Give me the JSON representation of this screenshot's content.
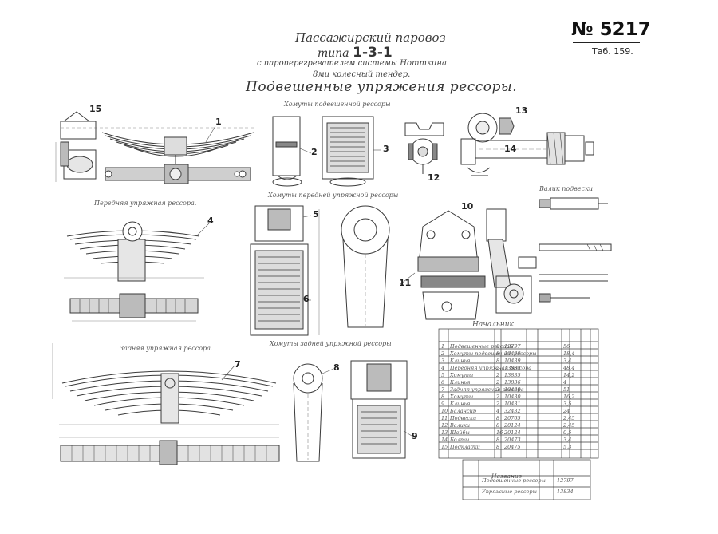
{
  "header": {
    "title_line1": "Пассажирский паровоз",
    "title_type_word": "типа",
    "title_type_code": "1-3-1",
    "title_line3": "с пароперегревателем системы Нотткина",
    "title_line4": "8ми колесный тендер.",
    "title_line5": "Подвешенные упряжения рессоры.",
    "document_number": "№ 5217",
    "table_ref": "Таб. 159."
  },
  "part_numbers": [
    "1",
    "2",
    "3",
    "4",
    "5",
    "6",
    "7",
    "8",
    "9",
    "10",
    "11",
    "12",
    "13",
    "14",
    "15"
  ],
  "captions": {
    "cap_front": "Передняя упряжная рессора.",
    "cap_rear": "Задняя упряжная рессора.",
    "cap_clamp_top": "Хомуты подвешенной рессоры",
    "cap_clamp_bottom": "Хомуты передней упряжной рессоры",
    "cap_clamp_rear": "Хомуты задней упряжной рессоры",
    "cap_pin": "Валик подвески",
    "cap_sign": "Начальник"
  },
  "spec_table": {
    "rows": [
      {
        "n": "1",
        "name": "Подвешенные рессоры",
        "qty": "8",
        "ref": "12797"
      },
      {
        "n": "2",
        "name": "Хомуты подвешенной рессоры",
        "qty": "8",
        "ref": "10438"
      },
      {
        "n": "3",
        "name": "Клинья",
        "qty": "8",
        "ref": "10439"
      },
      {
        "n": "4",
        "name": "Передняя упряжная рессора",
        "qty": "2",
        "ref": "13834"
      },
      {
        "n": "5",
        "name": "Хомуты",
        "qty": "2",
        "ref": "13835"
      },
      {
        "n": "6",
        "name": "Клинья",
        "qty": "2",
        "ref": "13836"
      },
      {
        "n": "7",
        "name": "Задняя упряжная рессора",
        "qty": "2",
        "ref": "10429"
      },
      {
        "n": "8",
        "name": "Хомуты",
        "qty": "2",
        "ref": "10430"
      },
      {
        "n": "9",
        "name": "Клинья",
        "qty": "2",
        "ref": "10431"
      },
      {
        "n": "10",
        "name": "Балансир",
        "qty": "4",
        "ref": "32432"
      },
      {
        "n": "11",
        "name": "Подвески",
        "qty": "8",
        "ref": "20765"
      },
      {
        "n": "12",
        "name": "Валики",
        "qty": "8",
        "ref": "20124"
      },
      {
        "n": "13",
        "name": "Шайбы",
        "qty": "16",
        "ref": "20124"
      },
      {
        "n": "14",
        "name": "Болты",
        "qty": "8",
        "ref": "20473"
      },
      {
        "n": "15",
        "name": "Подкладки",
        "qty": "8",
        "ref": "20475"
      }
    ],
    "weights": [
      "56",
      "18,4",
      "3,4",
      "48,4",
      "14,2",
      "4",
      "51",
      "16,2",
      "3,5",
      "24",
      "2,45",
      "2,45",
      "0,5",
      "3,4",
      "5,3"
    ]
  },
  "small_table": {
    "header": "Название",
    "rows": [
      {
        "name": "Подвешенные рессоры",
        "ref": "12797"
      },
      {
        "name": "Упряжные рессоры",
        "ref": "13834"
      }
    ]
  }
}
